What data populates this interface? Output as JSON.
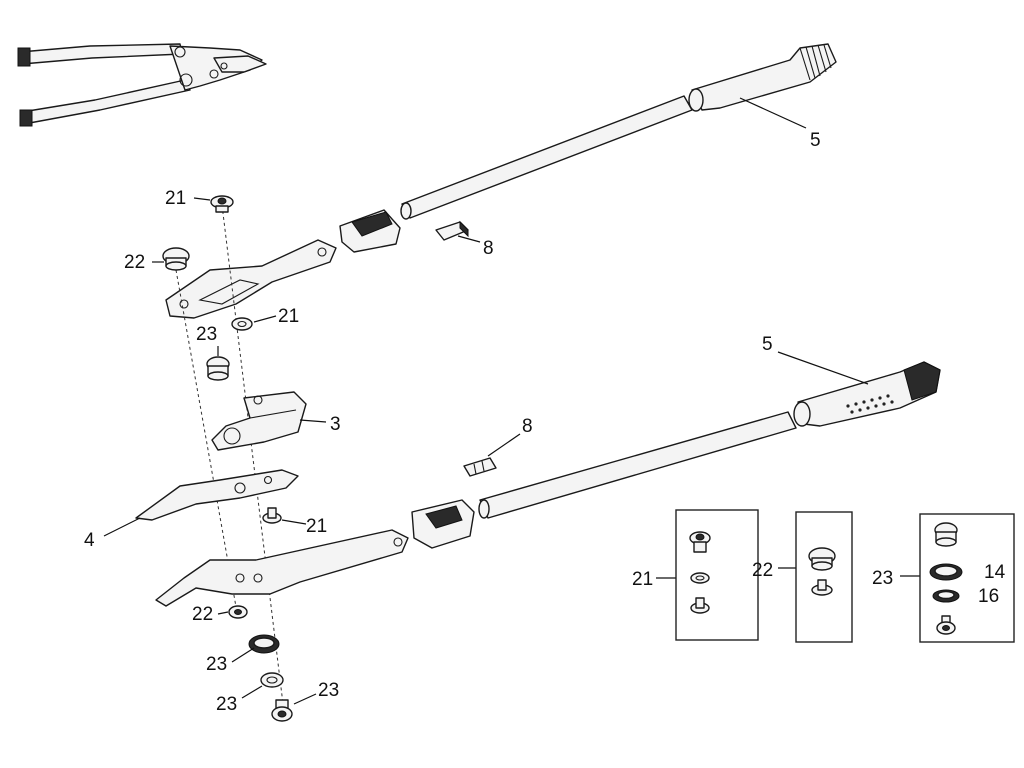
{
  "diagram": {
    "labels": {
      "handle_grip_top": "5",
      "handle_grip_bottom": "5",
      "plug_top": "8",
      "plug_bottom": "8",
      "bolt_top": "21",
      "washer_top": "21",
      "nut_top": "21",
      "bushing_top": "22",
      "bushing_bottom": "22",
      "spacer_top": "23",
      "anvil": "3",
      "blade": "4",
      "washer_bottom_a": "23",
      "washer_bottom_b": "23",
      "bolt_bottom": "23"
    },
    "kits": [
      {
        "label": "21"
      },
      {
        "label": "22"
      },
      {
        "label": "23",
        "sub_labels": [
          "14",
          "16"
        ]
      }
    ]
  }
}
